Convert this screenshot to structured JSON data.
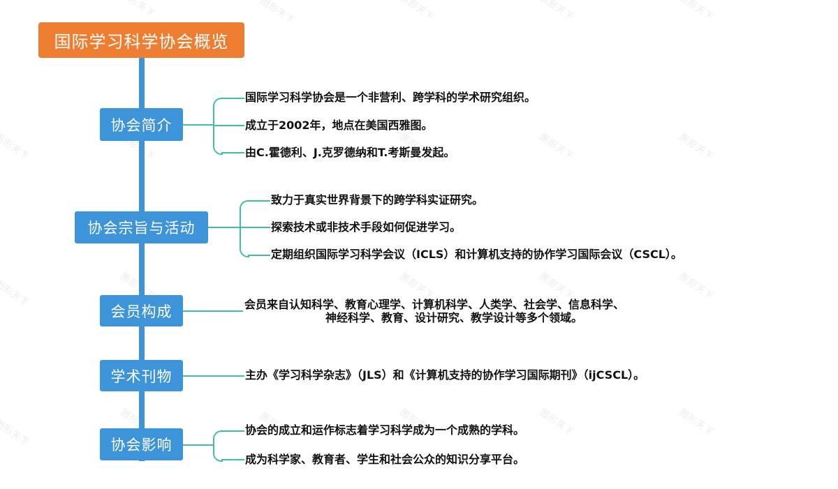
{
  "watermark": "图形天下",
  "colors": {
    "root": "#ED7D31",
    "topic": "#3D94D8",
    "connector": "#3DBFA8",
    "text": "#111111"
  },
  "root": {
    "label": "国际学习科学协会概览"
  },
  "topics": [
    {
      "label": "协会简介",
      "items": [
        "国际学习科学协会是一个非营利、跨学科的学术研究组织。",
        "成立于2002年，地点在美国西雅图。",
        "由C.霍德利、J.克罗德纳和T.考斯曼发起。"
      ]
    },
    {
      "label": "协会宗旨与活动",
      "items": [
        "致力于真实世界背景下的跨学科实证研究。",
        "探索技术或非技术手段如何促进学习。",
        "定期组织国际学习科学会议（ICLS）和计算机支持的协作学习国际会议（CSCL）。"
      ]
    },
    {
      "label": "会员构成",
      "items": [
        "会员来自认知科学、教育心理学、计算机科学、人类学、社会学、信息科学、",
        "神经科学、教育、设计研究、教学设计等多个领域。"
      ]
    },
    {
      "label": "学术刊物",
      "items": [
        "主办《学习科学杂志》（JLS）和《计算机支持的协作学习国际期刊》（ijCSCL）。"
      ]
    },
    {
      "label": "协会影响",
      "items": [
        "协会的成立和运作标志着学习科学成为一个成熟的学科。",
        "成为科学家、教育者、学生和社会公众的知识分享平台。"
      ]
    }
  ]
}
